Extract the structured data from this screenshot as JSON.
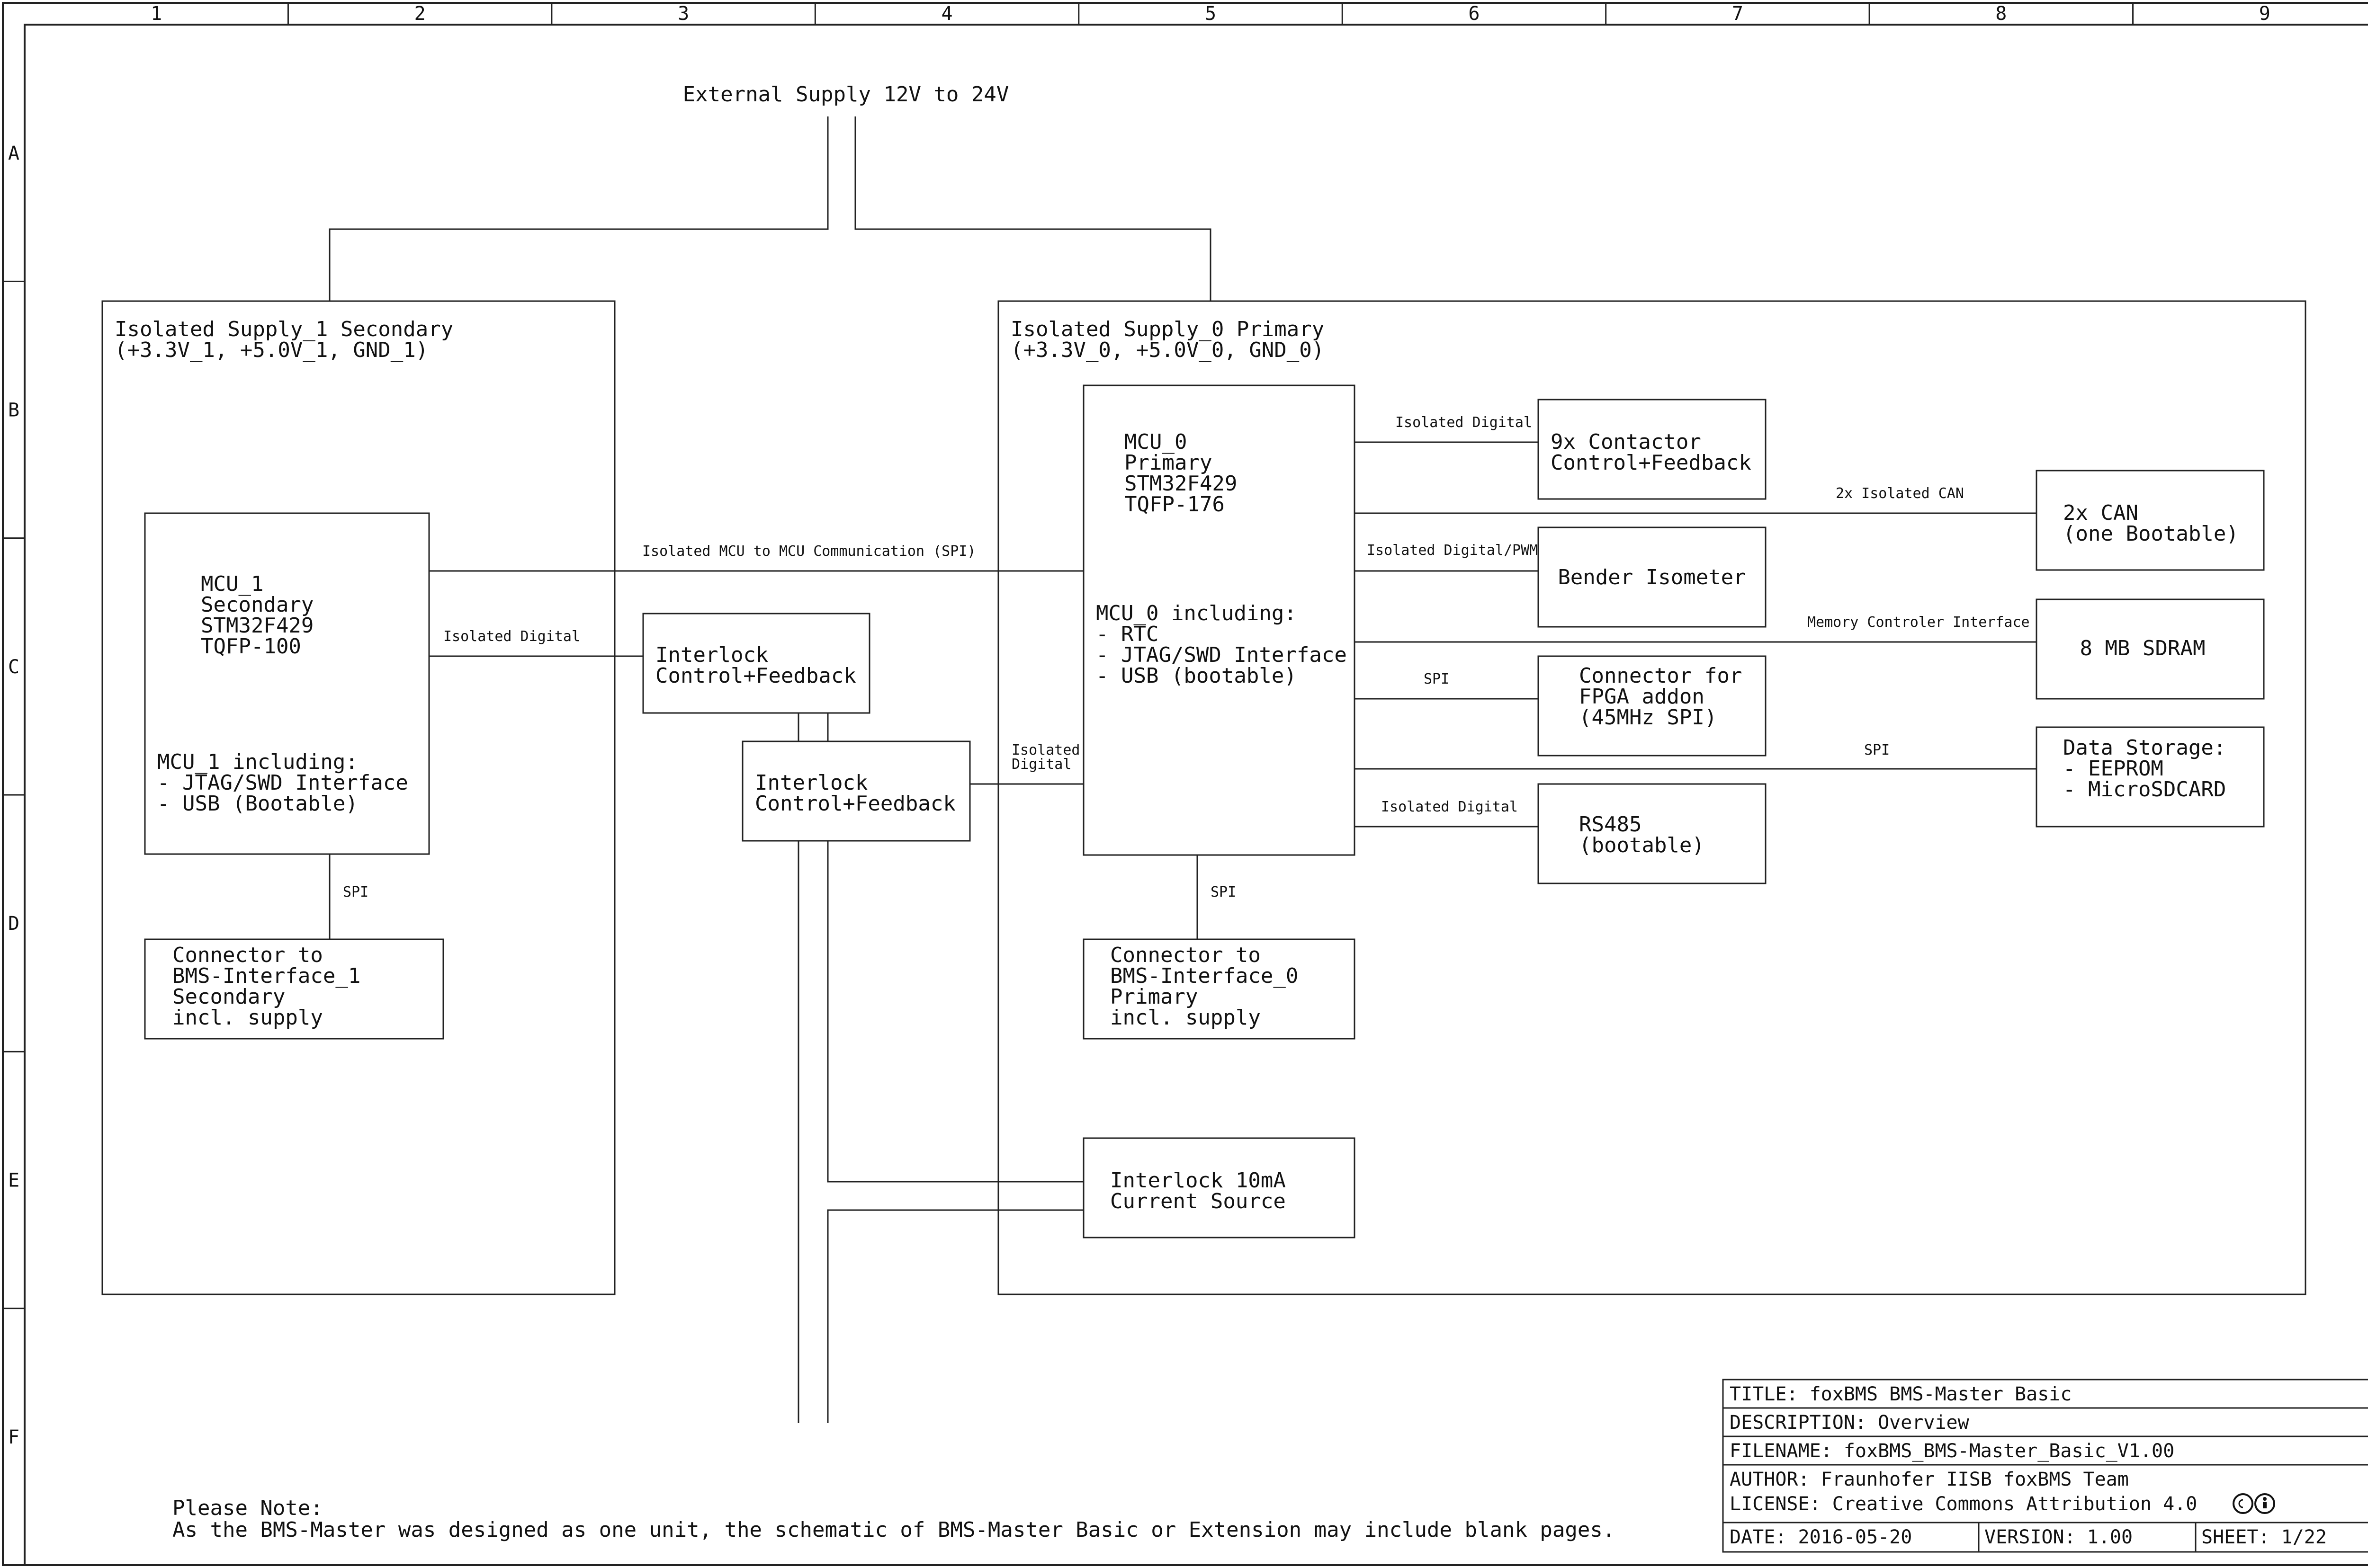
{
  "frame": {
    "columns": [
      "1",
      "2",
      "3",
      "4",
      "5",
      "6",
      "7",
      "8",
      "9"
    ],
    "rows": [
      "A",
      "B",
      "C",
      "D",
      "E",
      "F"
    ]
  },
  "supply": {
    "label": "External Supply 12V to 24V"
  },
  "regions": {
    "secondary": {
      "line1": "Isolated Supply_1 Secondary",
      "line2": "(+3.3V_1, +5.0V_1, GND_1)"
    },
    "primary": {
      "line1": "Isolated Supply_0 Primary",
      "line2": "(+3.3V_0, +5.0V_0, GND_0)"
    }
  },
  "mcu1": {
    "lines": [
      "MCU_1",
      "Secondary",
      "STM32F429",
      "TQFP-100"
    ],
    "including": [
      "MCU_1 including:",
      "- JTAG/SWD Interface",
      "- USB (Bootable)"
    ]
  },
  "mcu0": {
    "lines": [
      "MCU_0",
      "Primary",
      "STM32F429",
      "TQFP-176"
    ],
    "including": [
      "MCU_0 including:",
      "- RTC",
      "- JTAG/SWD Interface",
      "- USB (bootable)"
    ]
  },
  "blocks": {
    "interlock_a": [
      "Interlock",
      "Control+Feedback"
    ],
    "interlock_b": [
      "Interlock",
      "Control+Feedback"
    ],
    "connector1": [
      "Connector to",
      "BMS-Interface_1",
      "Secondary",
      "incl. supply"
    ],
    "connector0": [
      "Connector to",
      "BMS-Interface_0",
      "Primary",
      "incl. supply"
    ],
    "current_source": [
      "Interlock 10mA",
      "Current Source"
    ],
    "contactor": [
      "9x Contactor",
      "Control+Feedback"
    ],
    "bender": [
      "Bender Isometer"
    ],
    "fpga": [
      "Connector for",
      "FPGA addon",
      "(45MHz SPI)"
    ],
    "rs485": [
      "RS485",
      "(bootable)"
    ],
    "can": [
      "2x CAN",
      "(one Bootable)"
    ],
    "sdram": [
      "8 MB SDRAM"
    ],
    "storage": [
      "Data Storage:",
      "- EEPROM",
      "- MicroSDCARD"
    ]
  },
  "links": {
    "mcu_comm": "Isolated MCU to MCU Communication (SPI)",
    "mcu1_interlock": "Isolated Digital",
    "mcu1_spi": "SPI",
    "interlock_mcu0": [
      "Isolated",
      "Digital"
    ],
    "mcu0_spi": "SPI",
    "contactor": "Isolated Digital",
    "bender": "Isolated Digital/PWM",
    "fpga": "SPI",
    "rs485": "Isolated Digital",
    "can": "2x Isolated CAN",
    "sdram": "Memory Controler Interface",
    "storage": "SPI"
  },
  "note": {
    "line1": "Please Note:",
    "line2": "As the BMS-Master was designed as one unit, the schematic of BMS-Master Basic or Extension may include blank pages."
  },
  "titleblock": {
    "title": "TITLE: foxBMS BMS-Master Basic",
    "description": "DESCRIPTION: Overview",
    "filename": "FILENAME: foxBMS_BMS-Master_Basic_V1.00",
    "author": "AUTHOR:  Fraunhofer IISB foxBMS Team",
    "license": "LICENSE: Creative Commons Attribution 4.0",
    "date": "DATE:  2016-05-20",
    "version": "VERSION: 1.00",
    "sheet": "SHEET: 1/22"
  }
}
